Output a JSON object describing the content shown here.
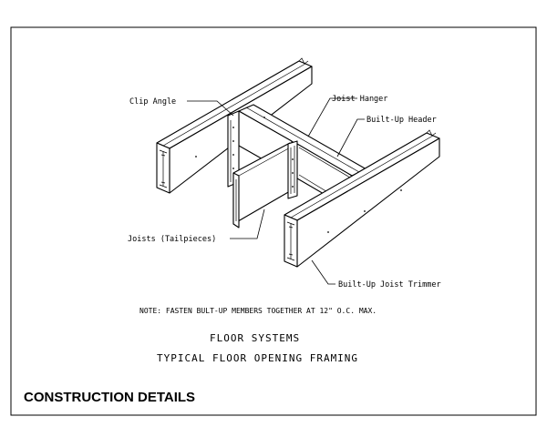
{
  "labels": {
    "clip_angle": "Clip Angle",
    "joist_hanger": "Joist Hanger",
    "built_up_header": "Built-Up Header",
    "joists_tailpieces": "Joists (Tailpieces)",
    "built_up_joist_trimmer": "Built-Up Joist Trimmer"
  },
  "note": "NOTE: FASTEN BULT-UP MEMBERS TOGETHER AT 12\" O.C. MAX.",
  "title": {
    "line1": "FLOOR SYSTEMS",
    "line2": "TYPICAL FLOOR OPENING FRAMING"
  },
  "footer": "CONSTRUCTION DETAILS"
}
